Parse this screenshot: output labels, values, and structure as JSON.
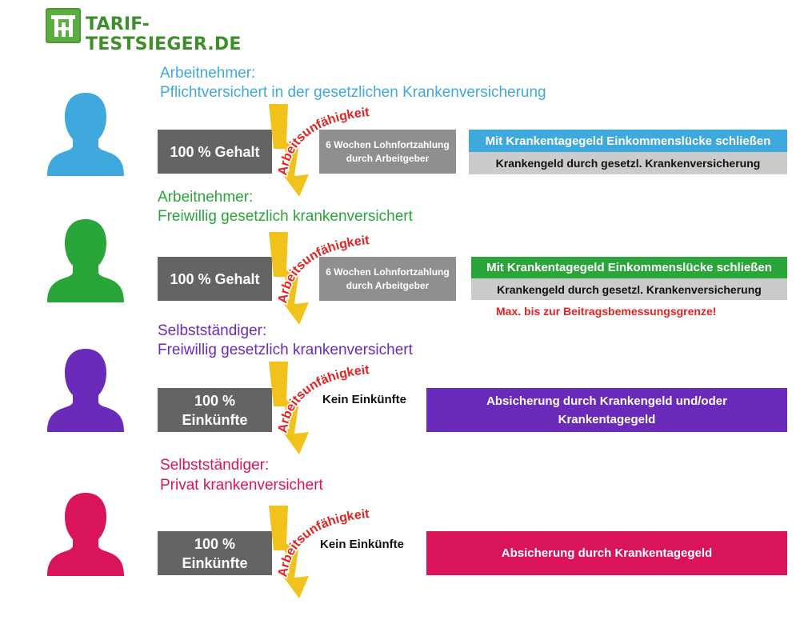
{
  "brand": {
    "logo_text": "TARIF-TESTSIEGER.DE"
  },
  "colors": {
    "blue": "#3fa8dc",
    "green": "#2aa53a",
    "purple": "#6a2bbb",
    "crimson": "#d9145b",
    "gehalt_box": "#646464",
    "lohn_box": "#8f8f8f",
    "gray_bar": "#cbcbcb",
    "lightning": "#f1c21b",
    "warning": "#e32222"
  },
  "icons": {
    "person": "person-silhouette-icon",
    "lightning": "lightning-bolt-icon"
  },
  "incapacity_label": "Arbeitsunfähigkeit",
  "groups": [
    {
      "heading_line1": "Arbeitnehmer:",
      "heading_line2": "Pflichtversichert in der gesetzlichen Krankenversicherung",
      "income_box": "100 % Gehalt",
      "continued_pay": "6 Wochen Lohnfortzahlung durch Arbeitgeber",
      "top_bar": "Mit Krankentagegeld Einkommenslücke schließen",
      "bottom_bar": "Krankengeld durch gesetzl. Krankenversicherung"
    },
    {
      "heading_line1": "Arbeitnehmer:",
      "heading_line2": "Freiwillig gesetzlich krankenversichert",
      "income_box": "100 % Gehalt",
      "continued_pay": "6 Wochen Lohnfortzahlung durch Arbeitgeber",
      "top_bar": "Mit Krankentagegeld Einkommenslücke schließen",
      "bottom_bar": "Krankengeld durch gesetzl. Krankenversicherung",
      "note": "Max. bis zur Beitragsbemessungsgrenze!"
    },
    {
      "heading_line1": "Selbstständiger:",
      "heading_line2": "Freiwillig gesetzlich krankenversichert",
      "income_box": "100 % Einkünfte",
      "no_income": "Kein Einkünfte",
      "coverage_bar": "Absicherung durch Krankengeld und/oder Krankentagegeld"
    },
    {
      "heading_line1": "Selbstständiger:",
      "heading_line2": "Privat krankenversichert",
      "income_box": "100 % Einkünfte",
      "no_income": "Kein Einkünfte",
      "coverage_bar": "Absicherung durch Krankentagegeld"
    }
  ]
}
